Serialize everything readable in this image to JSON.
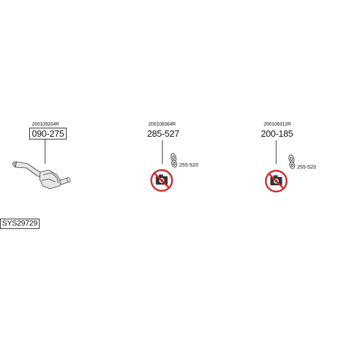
{
  "components": [
    {
      "ref_code": "200109204R",
      "part_number": "090-275",
      "boxed": true,
      "icon": "catalytic-converter-pipe-icon"
    },
    {
      "ref_code": "200108364R",
      "part_number": "285-527",
      "boxed": false,
      "icon": "no-photo-icon",
      "accessory": {
        "part_number": "255-520",
        "icon": "rubber-mount-icon"
      }
    },
    {
      "ref_code": "200108312R",
      "part_number": "200-185",
      "boxed": false,
      "icon": "no-photo-icon",
      "accessory": {
        "part_number": "255-520",
        "icon": "rubber-mount-icon"
      }
    }
  ],
  "system_id": "SYS29729",
  "colors": {
    "no_photo_red": "#d6262b",
    "line": "#333333",
    "part_fill": "#e6e6e6"
  }
}
